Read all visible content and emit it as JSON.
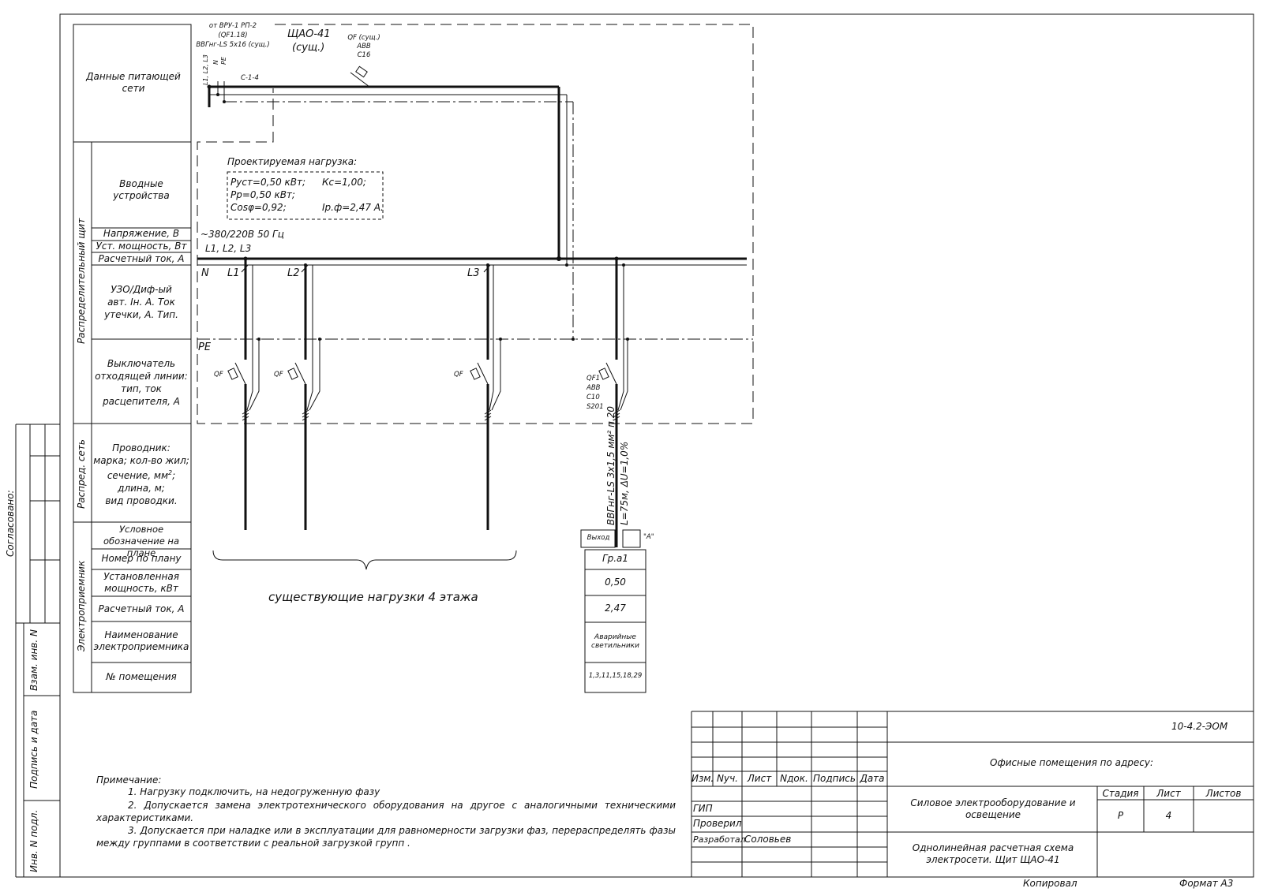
{
  "left_margin": {
    "soglasovano": "Согласовано:",
    "vzam": "Взам. инв. N",
    "podpis": "Подпись и дата",
    "inv": "Инв. N подл."
  },
  "groups": {
    "raspred_shit": "Распределительный щит",
    "raspred_set": "Распред. сеть",
    "elektropriemnik": "Электроприемник"
  },
  "rows": {
    "dannye": "Данные питающей сети",
    "vvodnye": "Вводные устройства",
    "napryazhenie": "Напряжение, В",
    "ust_moshnost": "Уст. мощность, Вт",
    "raschetny_tok": "Расчетный ток, А",
    "uzo": "УЗО/Диф-ый авт. Iн. А. Ток утечки, А. Тип.",
    "vyklyuchatel": "Выключатель отходящей линии: тип, ток расцепителя, А",
    "provodnik_1": "Проводник:",
    "provodnik_2": "марка; кол-во жил;",
    "provodnik_3": "сечение, мм",
    "provodnik_sup": "2",
    "provodnik_3b": ";",
    "provodnik_4": "длина, м;",
    "provodnik_5": "вид проводки.",
    "uslovnoe": "Условное обозначение на плане",
    "nomer": "Номер по плану",
    "ustanovlennaya": "Установленная мощность, кВт",
    "raschetny_tok_a": "Расчетный ток, А",
    "naimenovanie": "Наименование электроприемника",
    "pomeshenie": "№ помещения"
  },
  "supply": {
    "source": "от ВРУ-1 РП-2",
    "source_qf": "(QF1.18)",
    "cable": "ВВГнг-LS 5x16 (сущ.)",
    "phases_label": "L1, L2, L3",
    "n_label": "N",
    "pe_label": "PE",
    "c_label": "С-1-4",
    "panel": "ЩАО-41",
    "panel_sub": "(сущ.)",
    "qf_in_1": "QF (сущ.)",
    "qf_in_2": "ABB",
    "qf_in_3": "C16"
  },
  "load_box": {
    "title": "Проектируемая нагрузка:",
    "pust": "Руст=0,50 кВт;",
    "kc": "Кс=1,00;",
    "pp": "Рр=0,50 кВт;",
    "cos": "Cosφ=0,92;",
    "ip": "Iр.ф=2,47 А."
  },
  "bus": {
    "voltage": "~380/220В 50 Гц",
    "phases": "L1, L2, L3",
    "n": "N",
    "l1": "L1",
    "l2": "L2",
    "l3": "L3",
    "pe": "PE",
    "qf": "QF"
  },
  "new_line": {
    "qf1": "QF1",
    "abb": "ABB",
    "c10": "C10",
    "s201": "S201",
    "cable": "ВВГнг-LS 3x1,5 мм² п.20",
    "length": "L=75м, ΔU=1,0%",
    "vyhod": "Выход",
    "a_mark": "\"A\"",
    "group": "Гр.а1",
    "power": "0,50",
    "current": "2,47",
    "name": "Аварийные светильники",
    "rooms": "1,3,11,15,18,29"
  },
  "existing_loads": "существующие нагрузки 4 этажа",
  "notes": {
    "title": "Примечание:",
    "n1": "1. Нагрузку подключить, на недогруженную фазу",
    "n2": "2. Допускается замена электротехнического оборудования на другое с аналогичными техническими характеристиками.",
    "n3": "3. Допускается при наладке или в эксплуатации для равномерности загрузки фаз, перераспределять фазы между группами в соответствии с реальной загрузкой групп ."
  },
  "stamp": {
    "code": "10-4.2-ЭОМ",
    "address": "Офисные помещения по адресу:",
    "col_izm": "Изм.",
    "col_nuch": "Nуч.",
    "col_list": "Лист",
    "col_ndok": "Nдок.",
    "col_podpis": "Подпись",
    "col_data": "Дата",
    "gip": "ГИП",
    "proveril": "Проверил",
    "razrabotal": "Разработал",
    "razrabotal_name": "Соловьев",
    "title1": "Силовое электрооборудование и освещение",
    "stadiya": "Стадия",
    "list": "Лист",
    "listov": "Листов",
    "stadiya_val": "Р",
    "list_val": "4",
    "title2": "Однолинейная расчетная схема электросети. Щит ЩАО-41"
  },
  "footer": {
    "kopiroval": "Копировал",
    "format": "Формат А3"
  }
}
